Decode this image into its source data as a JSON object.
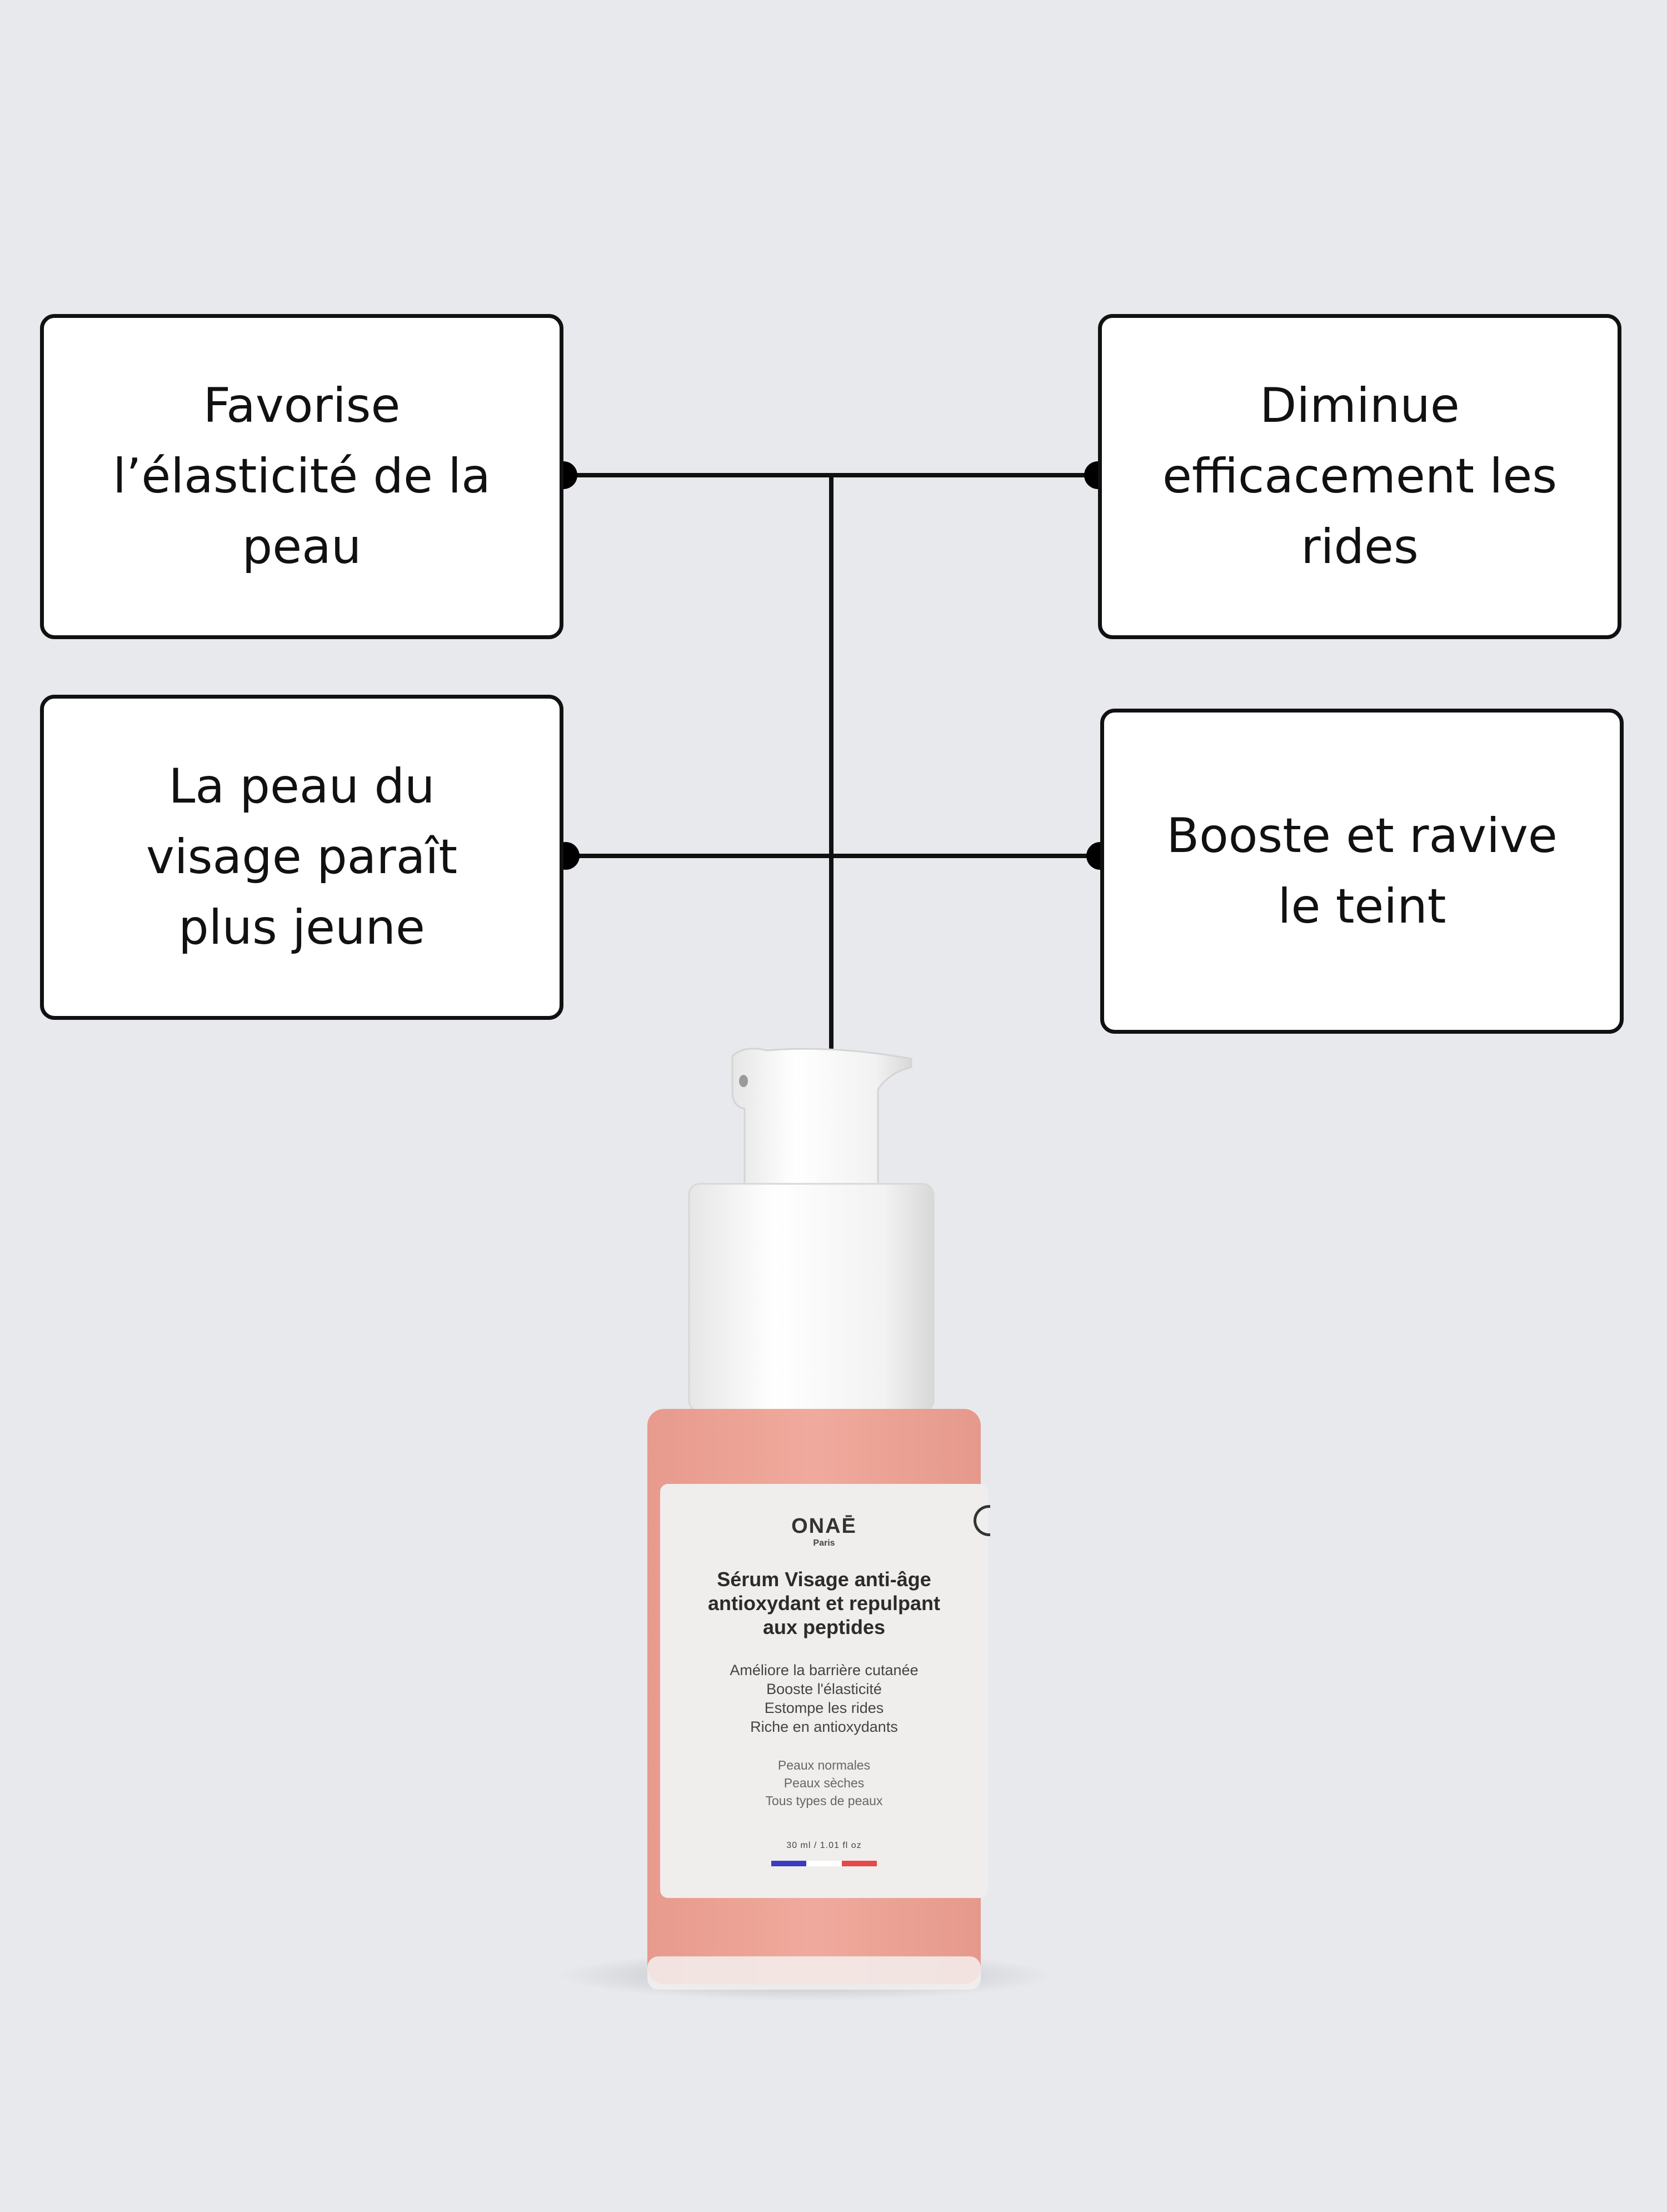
{
  "colors": {
    "background": "#e8e9ed",
    "box_border": "#111111",
    "bottle_pink": "#eda699",
    "flag_blue": "#3c3cc0",
    "flag_white": "#ffffff",
    "flag_red": "#e84848"
  },
  "callouts": {
    "top_left": "Favorise\nl’élasticité de la\npeau",
    "top_right": "Diminue\nefficacement les\nrides",
    "middle_left": "La peau du\nvisage paraît\nplus jeune",
    "middle_right": "Booste et ravive\nle teint"
  },
  "product": {
    "brand": "ONAĒ",
    "city": "Paris",
    "title": "Sérum Visage anti-âge\nantioxydant et repulpant\naux peptides",
    "benefits": [
      "Améliore la barrière cutanée",
      "Booste l'élasticité",
      "Estompe les rides",
      "Riche en antioxydants"
    ],
    "skin_types": [
      "Peaux normales",
      "Peaux sèches",
      "Tous types de peaux"
    ],
    "volume": "30 ml / 1.01 fl oz"
  }
}
